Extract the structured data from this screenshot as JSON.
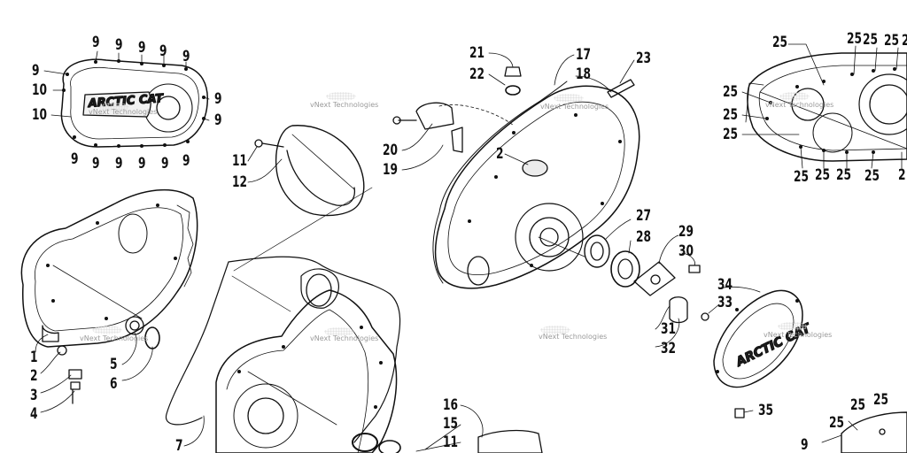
{
  "diagram": {
    "brand_cover_left": "ARCTIC CAT",
    "brand_cover_right": "ARCTIC CAT",
    "watermark": "vNext Technologies",
    "callouts_top_left": [
      "9",
      "9",
      "9",
      "9",
      "9",
      "9",
      "9",
      "9",
      "9",
      "9",
      "9",
      "9",
      "9",
      "9",
      "9",
      "9",
      "10",
      "10"
    ],
    "callouts_left_column": [
      "1",
      "2",
      "3",
      "4",
      "5",
      "6",
      "7"
    ],
    "callouts_center": [
      "11",
      "12",
      "16",
      "15",
      "11"
    ],
    "callouts_upper_center": [
      "21",
      "22",
      "17",
      "18",
      "23",
      "20",
      "19",
      "2"
    ],
    "callouts_right_center": [
      "27",
      "28",
      "29",
      "30",
      "31",
      "32",
      "34",
      "33",
      "35"
    ],
    "callouts_far_right": [
      "25",
      "25",
      "25",
      "2",
      "25",
      "25",
      "25",
      "25",
      "25",
      "25",
      "25",
      "25",
      "2",
      "25",
      "25",
      "25"
    ]
  }
}
